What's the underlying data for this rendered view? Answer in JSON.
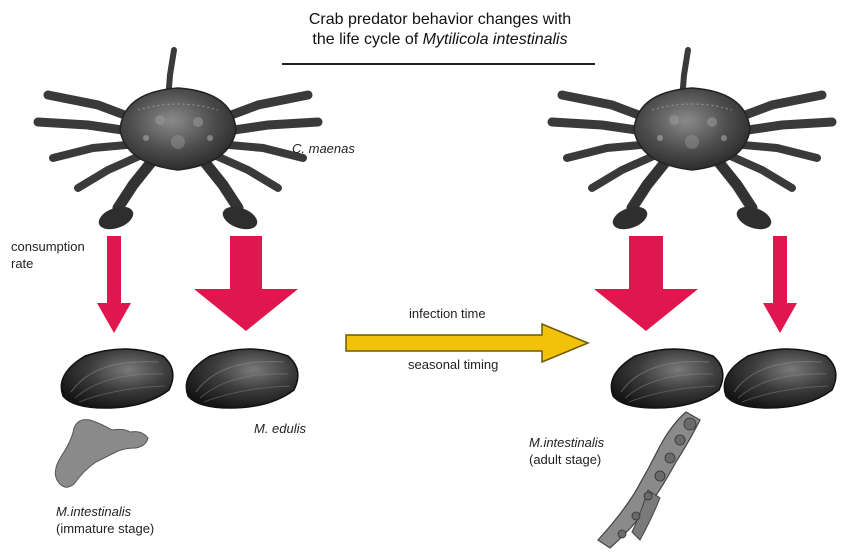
{
  "title": {
    "line1": "Crab predator behavior changes with",
    "line2_prefix": "the life cycle of ",
    "line2_species": "Mytilicola intestinalis"
  },
  "labels": {
    "crab_species": "C. maenas",
    "consumption_line1": "consumption",
    "consumption_line2": "rate",
    "mussel_species": "M. edulis",
    "infection_time": "infection time",
    "seasonal_timing": "seasonal timing",
    "parasite_immature_name": "M.intestinalis",
    "parasite_immature_stage": "(immature stage)",
    "parasite_adult_name": "M.intestinalis",
    "parasite_adult_stage": "(adult stage)"
  },
  "colors": {
    "consumption_arrow": "#e0174f",
    "time_arrow_fill": "#f2c20a",
    "time_arrow_stroke": "#6b5a00",
    "crab_shell": "#4a4a4a",
    "mussel_shell": "#2e2e2e",
    "parasite": "#8a8a8a"
  }
}
